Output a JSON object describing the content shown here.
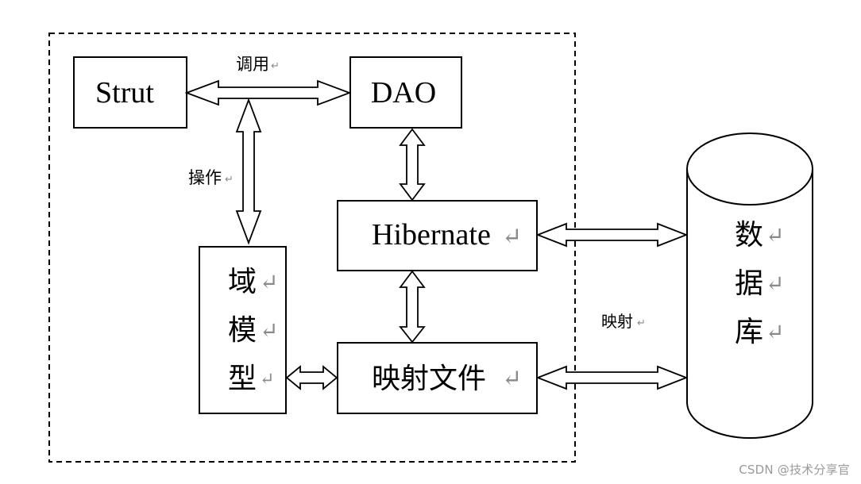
{
  "nodes": {
    "strut": {
      "label": "Strut"
    },
    "dao": {
      "label": "DAO"
    },
    "hibernate": {
      "label": "Hibernate"
    },
    "domain_model": {
      "chars": [
        "域",
        "模",
        "型"
      ]
    },
    "mapping_file": {
      "label": "映射文件"
    },
    "database": {
      "chars": [
        "数",
        "据",
        "库"
      ]
    }
  },
  "edges": {
    "call": {
      "label": "调用"
    },
    "operate": {
      "label": "操作"
    },
    "mapping": {
      "label": "映射"
    }
  },
  "paragraph_mark": "↵",
  "watermark": "CSDN @技术分享官",
  "colors": {
    "stroke": "#000000",
    "background": "#ffffff",
    "mark": "#8a8a8a",
    "watermark": "#9a9a9a"
  }
}
